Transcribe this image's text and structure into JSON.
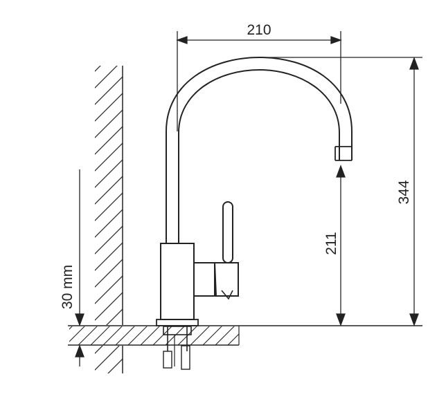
{
  "dimensions": {
    "spout_reach": "210",
    "total_height": "344",
    "spout_height": "211",
    "wall_clearance": "30 mm"
  },
  "colors": {
    "line": "#222222",
    "background": "#ffffff"
  }
}
